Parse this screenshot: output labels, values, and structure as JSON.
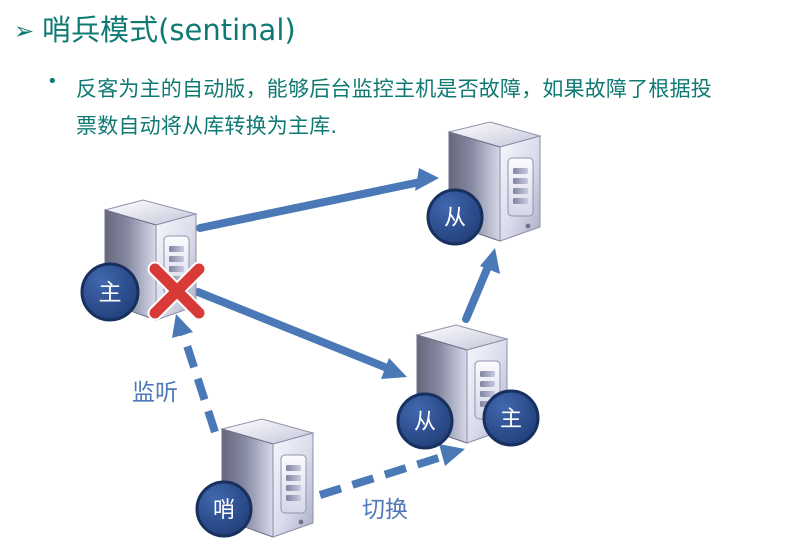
{
  "header": {
    "title": "哨兵模式(sentinal)",
    "marker": "➢"
  },
  "content": {
    "bullet": "•",
    "line1": "反客为主的自动版，能够后台监控主机是否故障，如果故障了根据投",
    "line2": "票数自动将从库转换为主库."
  },
  "diagram": {
    "nodes": {
      "master": "主",
      "slave_top": "从",
      "slave_right": "从",
      "new_master": "主",
      "sentinel": "哨"
    },
    "edges": {
      "monitor": "监听",
      "switch": "切换"
    },
    "colors": {
      "teal": "#0f7a73",
      "blue_arrow": "#4b79b8",
      "label_blue": "#4f79b7",
      "badge_fill": "#2c4f92",
      "badge_stroke": "#17305f",
      "fail_cross": "#d83b37"
    }
  }
}
